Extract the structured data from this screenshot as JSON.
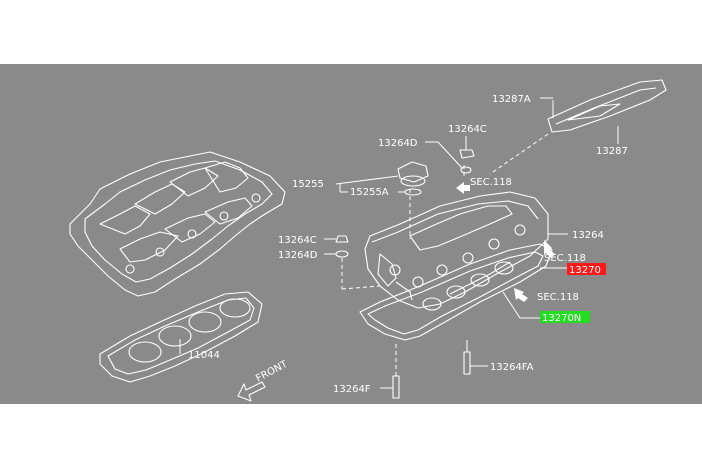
{
  "diagram": {
    "labels": {
      "p13287A": "13287A",
      "p13287": "13287",
      "p13264D_top": "13264D",
      "p13264C_top": "13264C",
      "p15255": "15255",
      "p15255A": "15255A",
      "sec118_top": "SEC.118",
      "p13264": "13264",
      "sec118_mid": "SEC.118",
      "p13270": "13270",
      "sec118_low": "SEC.118",
      "p13270N": "13270N",
      "p13264C_left": "13264C",
      "p13264D_left": "13264D",
      "p11044": "11044",
      "front": "FRONT",
      "p13264FA": "13264FA",
      "p13264F": "13264F"
    },
    "highlight_colors": {
      "red": "#ff1a1a",
      "green": "#22dd22"
    },
    "colors": {
      "background": "#8a8a8a",
      "line": "#ffffff"
    }
  }
}
